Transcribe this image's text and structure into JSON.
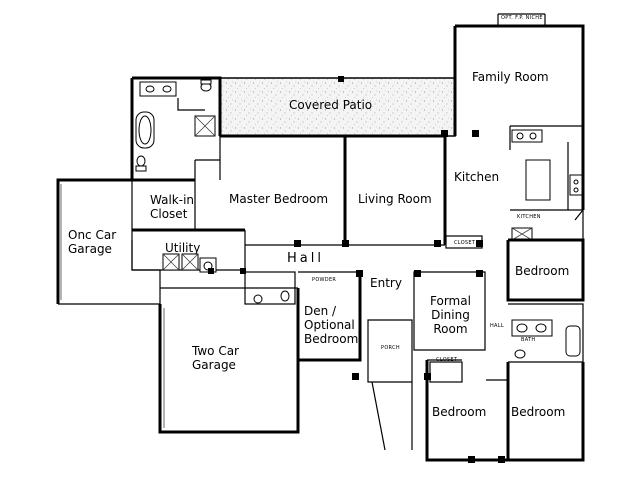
{
  "rooms": {
    "family_room": "Family Room",
    "covered_patio": "Covered Patio",
    "kitchen": "Kitchen",
    "walk_in_closet": "Walk-in\nCloset",
    "master_bedroom": "Master Bedroom",
    "living_room": "Living Room",
    "one_car_garage": "Onc Car\nGarage",
    "utility": "Utility",
    "hall": "Hall",
    "bedroom_right": "Bedroom",
    "entry": "Entry",
    "formal_dining_room": "Formal\nDining\nRoom",
    "den_optional_bedroom": "Den /\nOptional\nBedroom",
    "two_car_garage": "Two Car\nGarage",
    "bedroom_bottom_left": "Bedroom",
    "bedroom_bottom_right": "Bedroom"
  },
  "small_labels": {
    "opt_fp_niche": "OPT. F.P. NICHE",
    "closet_kitchen": "CLOSET",
    "kitchen_tag": "KITCHEN",
    "powder": "POWDER",
    "porch": "PORCH",
    "closet_bedroom": "CLOSET",
    "hall_small": "HALL",
    "bath": "BATH"
  }
}
